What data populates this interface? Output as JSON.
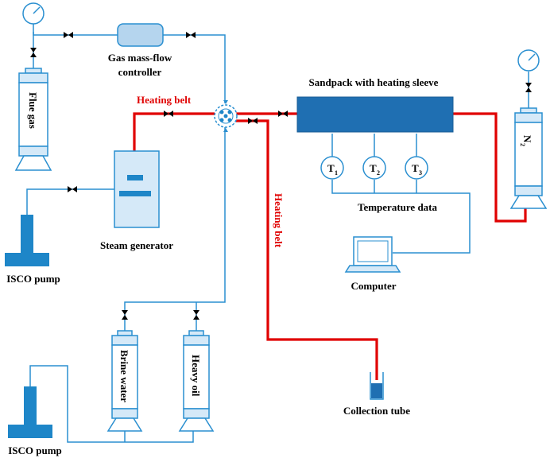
{
  "labels": {
    "flue_gas": "Flue gas",
    "gas_controller_line1": "Gas mass-flow",
    "gas_controller_line2": "controller",
    "heating_belt_top": "Heating belt",
    "heating_belt_side": "Heating belt",
    "sandpack": "Sandpack with heating sleeve",
    "t1_main": "T",
    "t1_sub": "1",
    "t2_main": "T",
    "t2_sub": "2",
    "t3_main": "T",
    "t3_sub": "3",
    "temperature_data": "Temperature data",
    "n2_main": "N",
    "n2_sub": "2",
    "steam_generator": "Steam generator",
    "isco_pump_top": "ISCO pump",
    "isco_pump_bottom": "ISCO pump",
    "computer": "Computer",
    "brine_water": "Brine water",
    "heavy_oil": "Heavy oil",
    "collection_tube": "Collection tube"
  },
  "colors": {
    "line_blue": "#2a8fd0",
    "heating_red": "#e00000",
    "vessel_fill": "#d5e9f8",
    "sandpack_fill": "#1f6fb2",
    "pump_fill": "#1e86c8",
    "controller_fill": "#b5d5ee"
  }
}
